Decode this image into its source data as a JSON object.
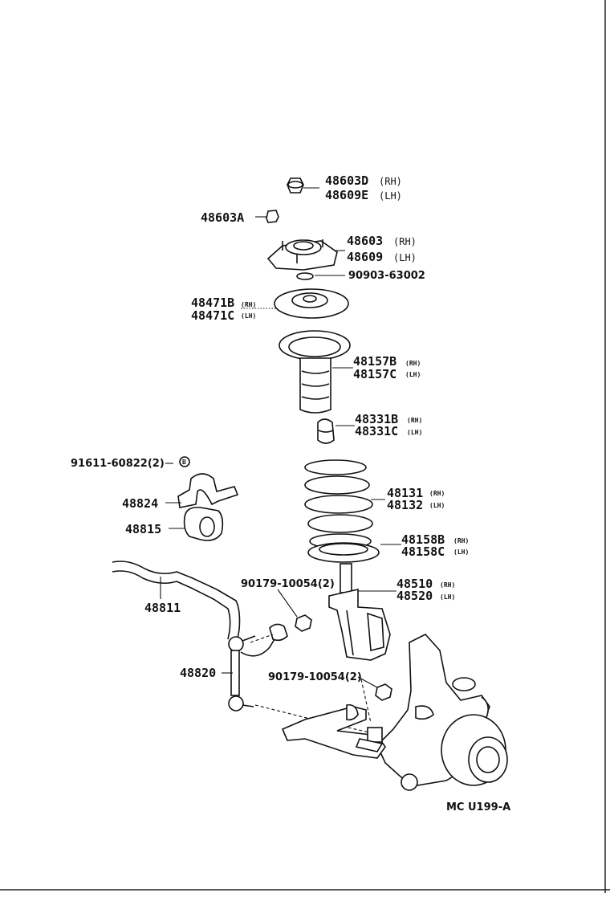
{
  "diagram": {
    "code": "MC U199-A",
    "labels": {
      "p48603D": "48603D",
      "p48603D_side": "(RH)",
      "p48609E": "48609E",
      "p48609E_side": "(LH)",
      "p48603A": "48603A",
      "p48603": "48603",
      "p48603_side": "(RH)",
      "p48609": "48609",
      "p48609_side": "(LH)",
      "p90903": "90903-63002",
      "p48471B": "48471B",
      "p48471B_side": "(RH)",
      "p48471C": "48471C",
      "p48471C_side": "(LH)",
      "p48157B": "48157B",
      "p48157B_side": "(RH)",
      "p48157C": "48157C",
      "p48157C_side": "(LH)",
      "p48331B": "48331B",
      "p48331B_side": "(RH)",
      "p48331C": "48331C",
      "p48331C_side": "(LH)",
      "p91611": "91611-60822(2)",
      "p91611_ref": "B",
      "p48824": "48824",
      "p48815": "48815",
      "p48131": "48131",
      "p48131_side": "(RH)",
      "p48132": "48132",
      "p48132_side": "(LH)",
      "p48158B": "48158B",
      "p48158B_side": "(RH)",
      "p48158C": "48158C",
      "p48158C_side": "(LH)",
      "p48811": "48811",
      "p90179a": "90179-10054(2)",
      "p48510": "48510",
      "p48510_side": "(RH)",
      "p48520": "48520",
      "p48520_side": "(LH)",
      "p48820": "48820",
      "p90179b": "90179-10054(2)"
    }
  }
}
